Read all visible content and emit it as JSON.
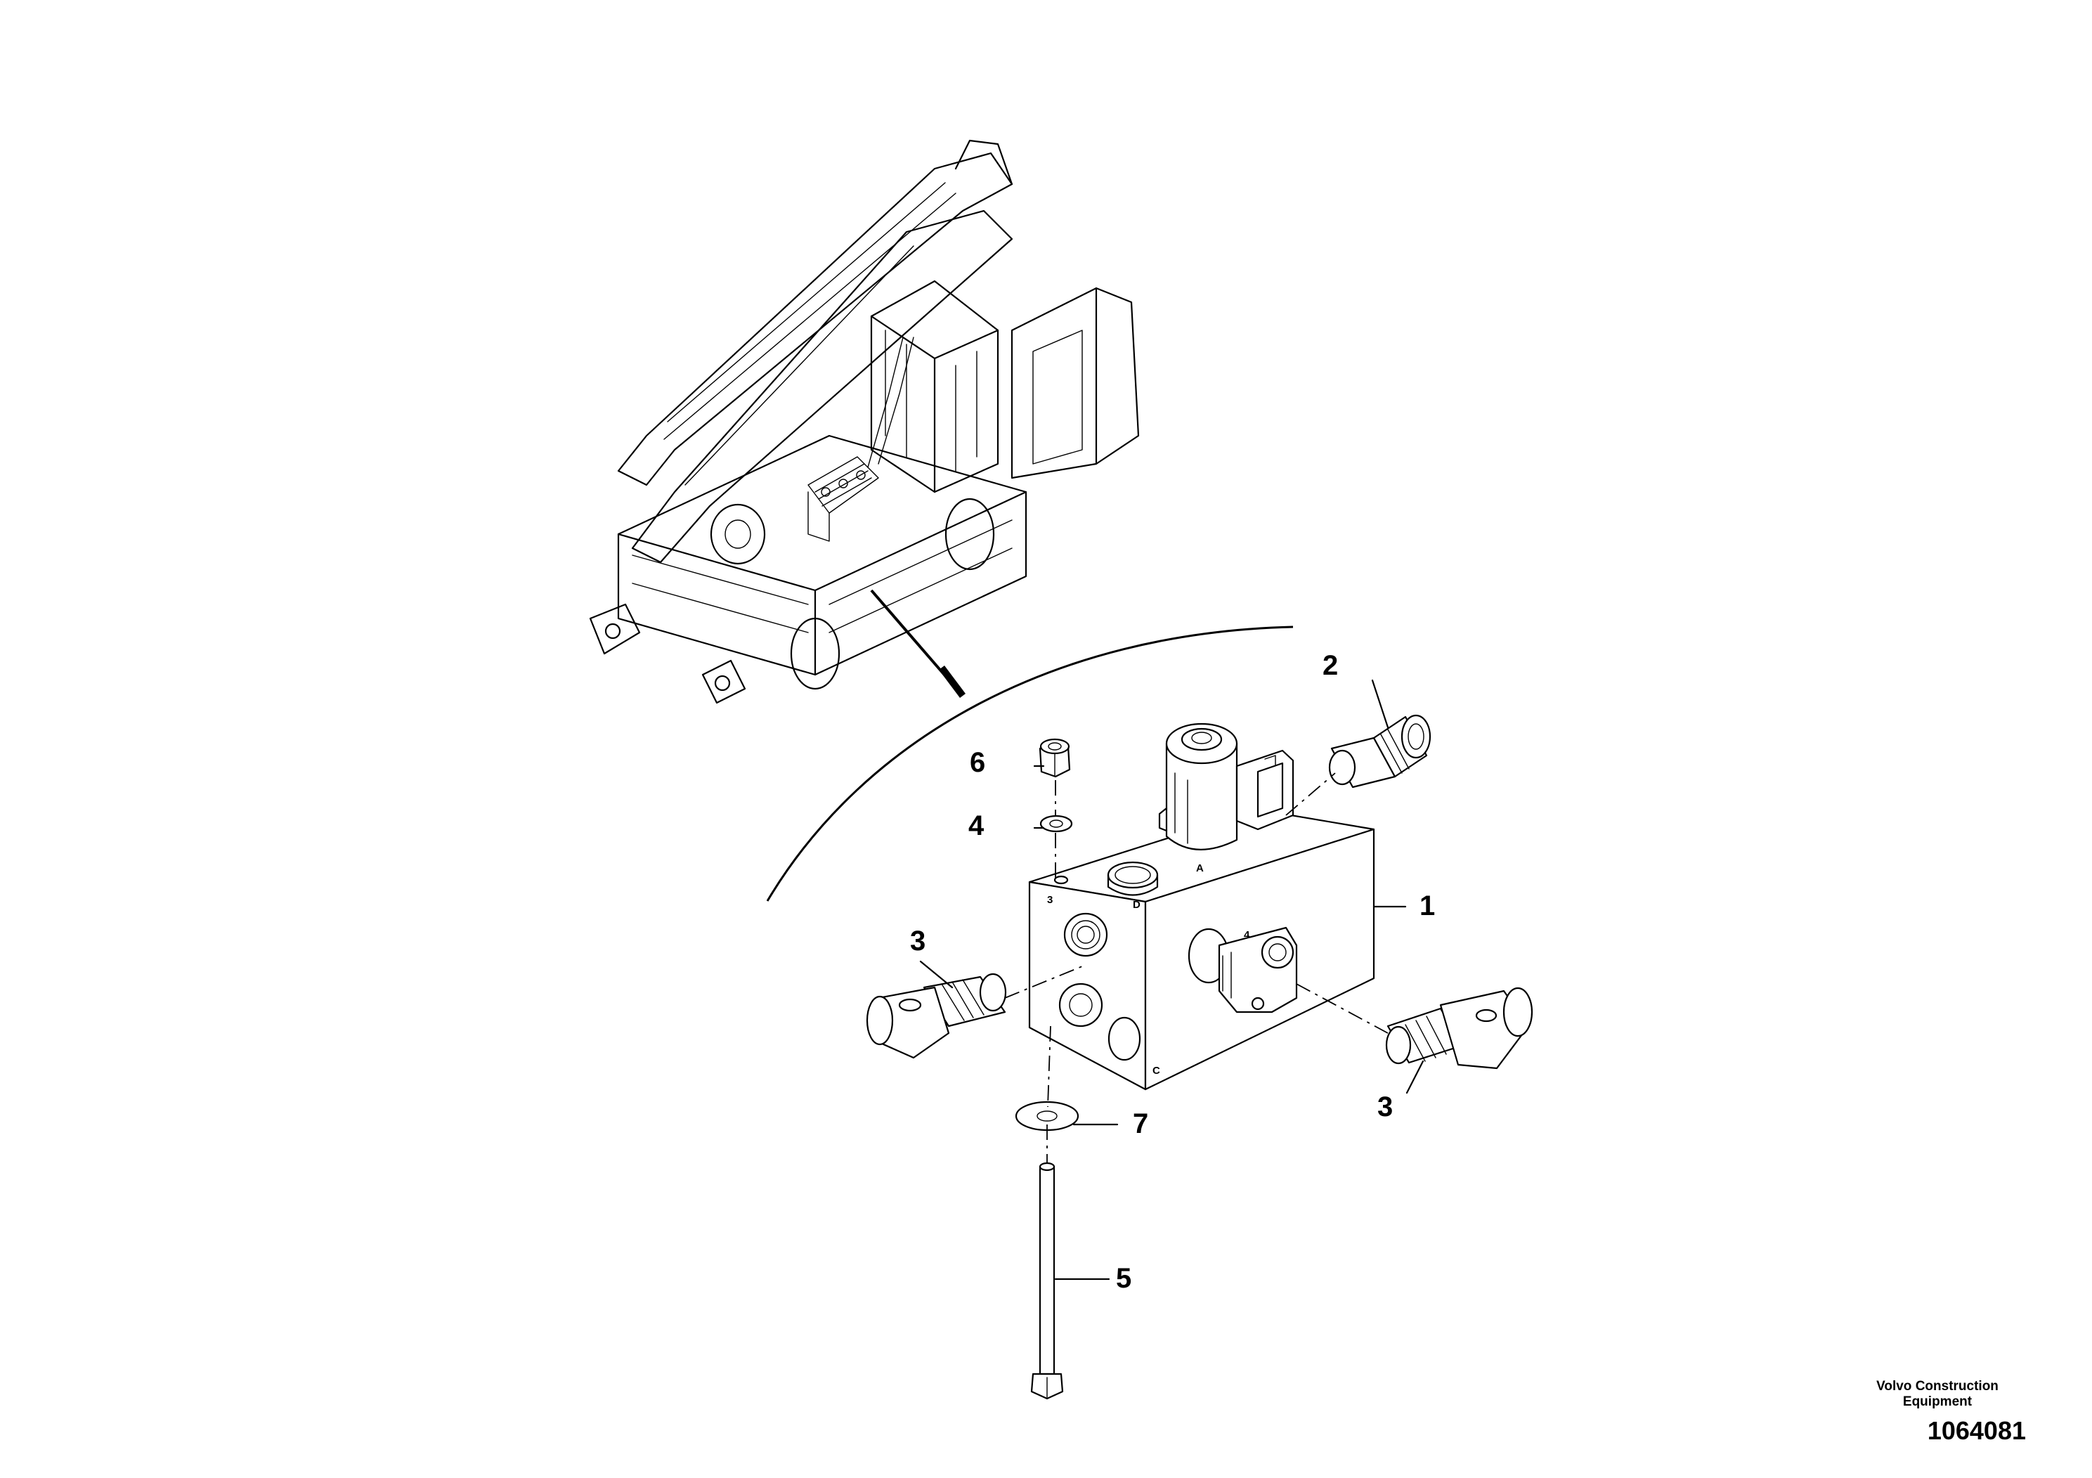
{
  "callouts": [
    {
      "id": "1",
      "label": "1"
    },
    {
      "id": "2",
      "label": "2"
    },
    {
      "id": "3a",
      "label": "3"
    },
    {
      "id": "3b",
      "label": "3"
    },
    {
      "id": "4",
      "label": "4"
    },
    {
      "id": "5",
      "label": "5"
    },
    {
      "id": "6",
      "label": "6"
    },
    {
      "id": "7",
      "label": "7"
    }
  ],
  "port_markings": {
    "p3": "3",
    "p4": "4",
    "pd": "D",
    "pa": "A",
    "pc": "C"
  },
  "footer": {
    "brand": "Volvo Construction Equipment",
    "doc_number": "1064081"
  }
}
